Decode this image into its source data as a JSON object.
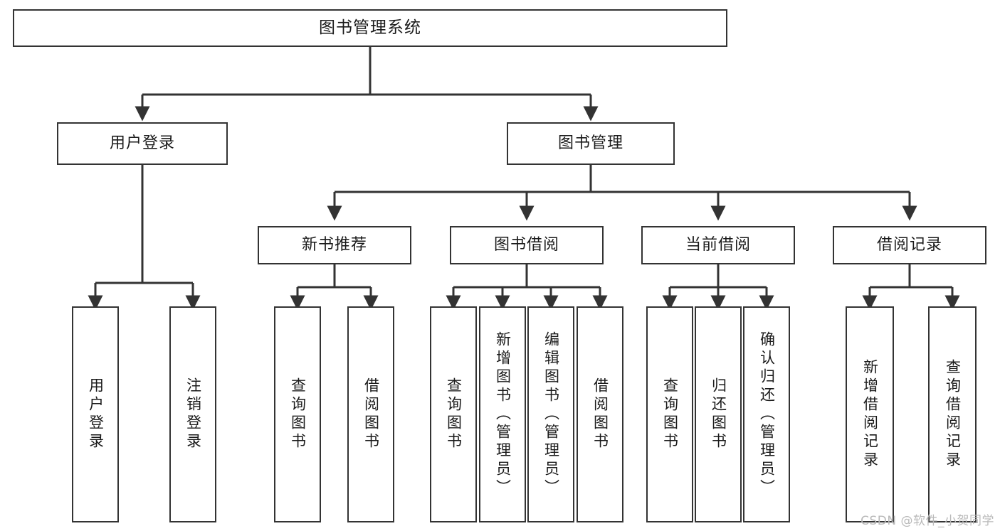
{
  "diagram": {
    "title": "图书管理系统",
    "type": "tree",
    "watermark": "CSDN @软件_小贺同学",
    "colors": {
      "node_border": "#333333",
      "node_fill": "#ffffff",
      "edge": "#333333",
      "background": "#ffffff",
      "watermark": "#b9b9b9"
    },
    "nodes": {
      "root": {
        "label": "图书管理系统"
      },
      "level1": [
        {
          "id": "user-login",
          "label": "用户登录"
        },
        {
          "id": "book-manage",
          "label": "图书管理"
        }
      ],
      "level2": [
        {
          "id": "new-book-recommend",
          "label": "新书推荐",
          "parent": "book-manage"
        },
        {
          "id": "book-borrow",
          "label": "图书借阅",
          "parent": "book-manage"
        },
        {
          "id": "current-borrow",
          "label": "当前借阅",
          "parent": "book-manage"
        },
        {
          "id": "borrow-record",
          "label": "借阅记录",
          "parent": "book-manage"
        }
      ],
      "leaves": [
        {
          "id": "leaf-user-login",
          "label": "用户登录",
          "parent": "user-login"
        },
        {
          "id": "leaf-user-logout",
          "label": "注销登录",
          "parent": "user-login"
        },
        {
          "id": "leaf-query-book-1",
          "label": "查询图书",
          "parent": "new-book-recommend"
        },
        {
          "id": "leaf-borrow-book-1",
          "label": "借阅图书",
          "parent": "new-book-recommend"
        },
        {
          "id": "leaf-query-book-2",
          "label": "查询图书",
          "parent": "book-borrow"
        },
        {
          "id": "leaf-add-book",
          "label": "新增图书（管理员）",
          "parent": "book-borrow"
        },
        {
          "id": "leaf-edit-book",
          "label": "编辑图书（管理员）",
          "parent": "book-borrow"
        },
        {
          "id": "leaf-borrow-book-2",
          "label": "借阅图书",
          "parent": "book-borrow"
        },
        {
          "id": "leaf-query-book-3",
          "label": "查询图书",
          "parent": "current-borrow"
        },
        {
          "id": "leaf-return-book",
          "label": "归还图书",
          "parent": "current-borrow"
        },
        {
          "id": "leaf-confirm-return",
          "label": "确认归还（管理员）",
          "parent": "current-borrow"
        },
        {
          "id": "leaf-add-record",
          "label": "新增借阅记录",
          "parent": "borrow-record"
        },
        {
          "id": "leaf-query-record",
          "label": "查询借阅记录",
          "parent": "borrow-record"
        }
      ]
    }
  }
}
